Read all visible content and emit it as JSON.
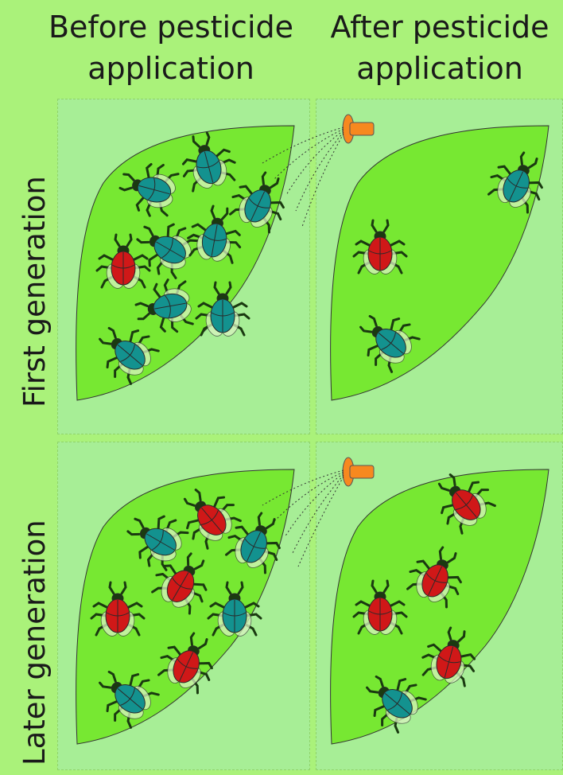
{
  "columns": [
    {
      "line1": "Before pesticide",
      "line2": "application"
    },
    {
      "line1": "After pesticide",
      "line2": "application"
    }
  ],
  "rows": [
    {
      "label": "First generation"
    },
    {
      "label": "Later generation"
    }
  ],
  "colors": {
    "background": "#aaf27a",
    "panel": "#a7ee96",
    "leaf": "#77e832",
    "resistant_bug": "#d01818",
    "susceptible_bug": "#13928f",
    "sprayer": "#f7891f"
  },
  "icons": [
    "sprayer-icon",
    "spray-mist",
    "leaf",
    "resistant-bug-icon",
    "susceptible-bug-icon"
  ]
}
